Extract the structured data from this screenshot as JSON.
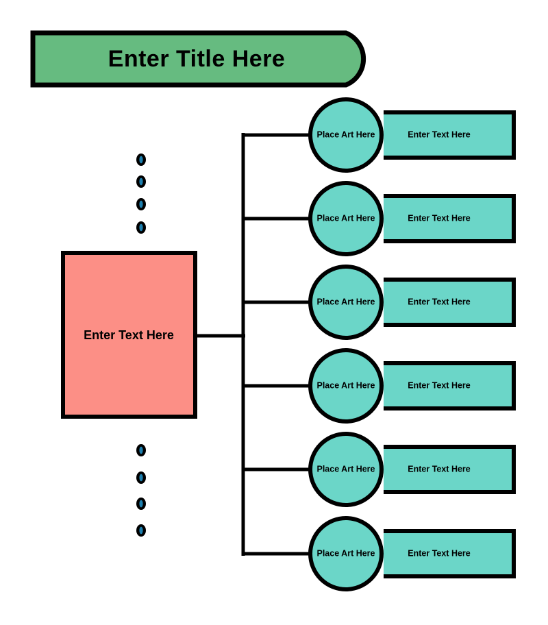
{
  "diagram": {
    "type": "radial-list-diagram",
    "background_color": "#ffffff",
    "title_banner": {
      "text": "Enter Title Here",
      "fill_color": "#66bb80",
      "stroke_color": "#000000"
    },
    "center_node": {
      "text": "Enter  Text Here",
      "fill_color": "#fc8f86",
      "stroke_color": "#000000"
    },
    "branch_color": "#000000",
    "ellipsis_dot": {
      "outer_color": "#000000",
      "inner_color": "#1d7fae",
      "count_top": 4,
      "count_bottom": 4
    },
    "node_style": {
      "circle_fill": "#6bd6c8",
      "bar_fill": "#6bd6c8",
      "stroke_color": "#000000"
    },
    "rows": [
      {
        "circle_text": "Place Art Here",
        "bar_text": "Enter Text Here"
      },
      {
        "circle_text": "Place Art Here",
        "bar_text": "Enter Text Here"
      },
      {
        "circle_text": "Place Art Here",
        "bar_text": "Enter Text Here"
      },
      {
        "circle_text": "Place Art Here",
        "bar_text": "Enter Text Here"
      },
      {
        "circle_text": "Place Art Here",
        "bar_text": "Enter Text Here"
      },
      {
        "circle_text": "Place Art Here",
        "bar_text": "Enter Text Here"
      }
    ]
  }
}
